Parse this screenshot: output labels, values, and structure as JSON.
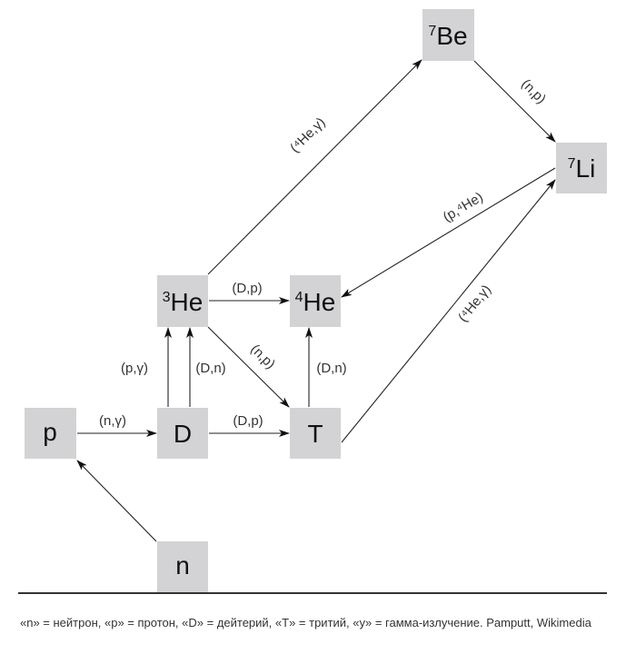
{
  "nodes": {
    "be7": {
      "mass": "7",
      "symbol": "Be"
    },
    "li7": {
      "mass": "7",
      "symbol": "Li"
    },
    "he3": {
      "mass": "3",
      "symbol": "He"
    },
    "he4": {
      "mass": "4",
      "symbol": "He"
    },
    "p": {
      "symbol": "p"
    },
    "d": {
      "symbol": "D"
    },
    "t": {
      "symbol": "T"
    },
    "n": {
      "symbol": "n"
    }
  },
  "reactions": {
    "he3_be7": "(⁴He,γ)",
    "be7_li7": "(n,p)",
    "li7_he4": "(p,⁴He)",
    "t_li7": "(⁴He,γ)",
    "he3_he4": "(D,p)",
    "he3_t": "(n,p)",
    "d_he3_pg": "(p,γ)",
    "d_he3_dn": "(D,n)",
    "t_he4": "(D,n)",
    "p_d": "(n,γ)",
    "d_t": "(D,p)"
  },
  "caption": "«n» = нейтрон, «p» = протон, «D» = дейтерий, «T» = тритий, «y» = гамма-излучение. Pamputt, Wikimedia"
}
